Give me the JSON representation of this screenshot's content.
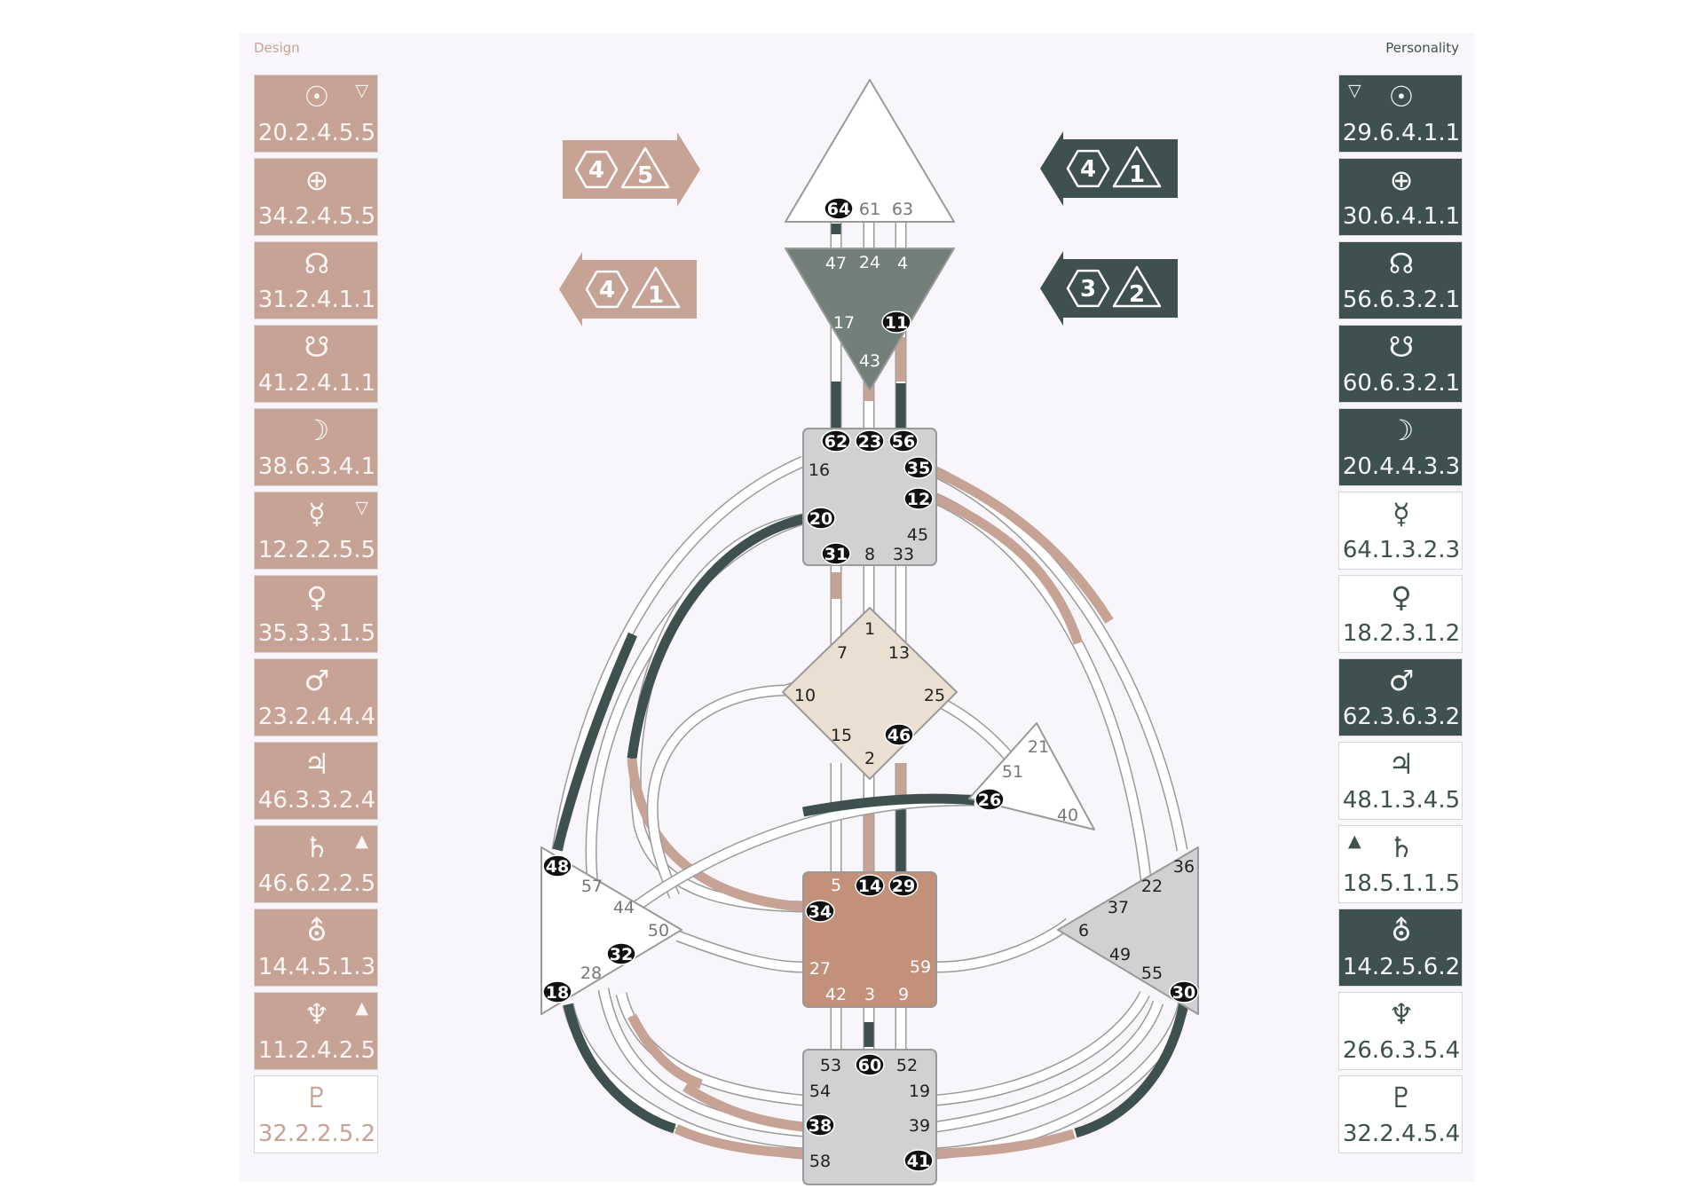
{
  "header": {
    "design_label": "Design",
    "personality_label": "Personality"
  },
  "colors": {
    "design": "#c7a396",
    "personality": "#3f514e",
    "defined_head": "#ffffff",
    "ajna": "#737f79",
    "throat": "#cfd1d2",
    "g_center": "#eadfd0",
    "sacral": "#c3907a",
    "root": "#cfd1d2",
    "spleen": "#ffffff",
    "solar_plexus": "#cfd1d2",
    "heart": "#ffffff"
  },
  "design_planets": [
    {
      "icon": "sun-icon",
      "symbol": "☉",
      "activation": "20.2.4.5.5",
      "arrow": "▽",
      "filled": true
    },
    {
      "icon": "earth-icon",
      "symbol": "⊕",
      "activation": "34.2.4.5.5",
      "arrow": "",
      "filled": true
    },
    {
      "icon": "north-node-icon",
      "symbol": "☊",
      "activation": "31.2.4.1.1",
      "arrow": "",
      "filled": true
    },
    {
      "icon": "south-node-icon",
      "symbol": "☋",
      "activation": "41.2.4.1.1",
      "arrow": "",
      "filled": true
    },
    {
      "icon": "moon-icon",
      "symbol": "☽",
      "activation": "38.6.3.4.1",
      "arrow": "",
      "filled": true
    },
    {
      "icon": "mercury-icon",
      "symbol": "☿",
      "activation": "12.2.2.5.5",
      "arrow": "▽",
      "filled": true
    },
    {
      "icon": "venus-icon",
      "symbol": "♀",
      "activation": "35.3.3.1.5",
      "arrow": "",
      "filled": true
    },
    {
      "icon": "mars-icon",
      "symbol": "♂",
      "activation": "23.2.4.4.4",
      "arrow": "",
      "filled": true
    },
    {
      "icon": "jupiter-icon",
      "symbol": "♃",
      "activation": "46.3.3.2.4",
      "arrow": "",
      "filled": true
    },
    {
      "icon": "saturn-icon",
      "symbol": "♄",
      "activation": "46.6.2.2.5",
      "arrow": "▲",
      "filled": true
    },
    {
      "icon": "uranus-icon",
      "symbol": "⛢",
      "activation": "14.4.5.1.3",
      "arrow": "",
      "filled": true
    },
    {
      "icon": "neptune-icon",
      "symbol": "♆",
      "activation": "11.2.4.2.5",
      "arrow": "▲",
      "filled": true
    },
    {
      "icon": "pluto-icon",
      "symbol": "♇",
      "activation": "32.2.2.5.2",
      "arrow": "",
      "filled": false
    }
  ],
  "personality_planets": [
    {
      "icon": "sun-icon",
      "symbol": "☉",
      "activation": "29.6.4.1.1",
      "arrow": "▽",
      "filled": true
    },
    {
      "icon": "earth-icon",
      "symbol": "⊕",
      "activation": "30.6.4.1.1",
      "arrow": "",
      "filled": true
    },
    {
      "icon": "north-node-icon",
      "symbol": "☊",
      "activation": "56.6.3.2.1",
      "arrow": "",
      "filled": true
    },
    {
      "icon": "south-node-icon",
      "symbol": "☋",
      "activation": "60.6.3.2.1",
      "arrow": "",
      "filled": true
    },
    {
      "icon": "moon-icon",
      "symbol": "☽",
      "activation": "20.4.4.3.3",
      "arrow": "",
      "filled": true
    },
    {
      "icon": "mercury-icon",
      "symbol": "☿",
      "activation": "64.1.3.2.3",
      "arrow": "",
      "filled": false
    },
    {
      "icon": "venus-icon",
      "symbol": "♀",
      "activation": "18.2.3.1.2",
      "arrow": "",
      "filled": false
    },
    {
      "icon": "mars-icon",
      "symbol": "♂",
      "activation": "62.3.6.3.2",
      "arrow": "",
      "filled": true
    },
    {
      "icon": "jupiter-icon",
      "symbol": "♃",
      "activation": "48.1.3.4.5",
      "arrow": "",
      "filled": false
    },
    {
      "icon": "saturn-icon",
      "symbol": "♄",
      "activation": "18.5.1.1.5",
      "arrow": "▲",
      "filled": false
    },
    {
      "icon": "uranus-icon",
      "symbol": "⛢",
      "activation": "14.2.5.6.2",
      "arrow": "",
      "filled": true
    },
    {
      "icon": "neptune-icon",
      "symbol": "♆",
      "activation": "26.6.3.5.4",
      "arrow": "",
      "filled": false
    },
    {
      "icon": "pluto-icon",
      "symbol": "♇",
      "activation": "32.2.4.5.4",
      "arrow": "",
      "filled": false
    }
  ],
  "variable_arrows": [
    {
      "id": "design-top",
      "side": "design",
      "direction": "right",
      "hex": "4",
      "tri": "5"
    },
    {
      "id": "design-bottom",
      "side": "design",
      "direction": "left",
      "hex": "4",
      "tri": "1"
    },
    {
      "id": "personality-top",
      "side": "personality",
      "direction": "left",
      "hex": "4",
      "tri": "1"
    },
    {
      "id": "personality-bottom",
      "side": "personality",
      "direction": "left",
      "hex": "3",
      "tri": "2"
    }
  ],
  "gates": [
    {
      "n": "64",
      "active": true
    },
    {
      "n": "61",
      "active": false
    },
    {
      "n": "63",
      "active": false
    },
    {
      "n": "47",
      "active": false
    },
    {
      "n": "24",
      "active": false
    },
    {
      "n": "4",
      "active": false
    },
    {
      "n": "17",
      "active": false
    },
    {
      "n": "11",
      "active": true
    },
    {
      "n": "43",
      "active": false
    },
    {
      "n": "62",
      "active": true
    },
    {
      "n": "23",
      "active": true
    },
    {
      "n": "56",
      "active": true
    },
    {
      "n": "16",
      "active": false
    },
    {
      "n": "35",
      "active": true
    },
    {
      "n": "12",
      "active": true
    },
    {
      "n": "20",
      "active": true
    },
    {
      "n": "45",
      "active": false
    },
    {
      "n": "31",
      "active": true
    },
    {
      "n": "8",
      "active": false
    },
    {
      "n": "33",
      "active": false
    },
    {
      "n": "1",
      "active": false
    },
    {
      "n": "7",
      "active": false
    },
    {
      "n": "13",
      "active": false
    },
    {
      "n": "10",
      "active": false
    },
    {
      "n": "25",
      "active": false
    },
    {
      "n": "15",
      "active": false
    },
    {
      "n": "46",
      "active": true
    },
    {
      "n": "2",
      "active": false
    },
    {
      "n": "21",
      "active": false
    },
    {
      "n": "51",
      "active": false
    },
    {
      "n": "26",
      "active": true
    },
    {
      "n": "40",
      "active": false
    },
    {
      "n": "48",
      "active": true
    },
    {
      "n": "57",
      "active": false
    },
    {
      "n": "44",
      "active": false
    },
    {
      "n": "50",
      "active": false
    },
    {
      "n": "32",
      "active": true
    },
    {
      "n": "28",
      "active": false
    },
    {
      "n": "18",
      "active": true
    },
    {
      "n": "5",
      "active": false
    },
    {
      "n": "14",
      "active": true
    },
    {
      "n": "29",
      "active": true
    },
    {
      "n": "34",
      "active": true
    },
    {
      "n": "27",
      "active": false
    },
    {
      "n": "59",
      "active": false
    },
    {
      "n": "42",
      "active": false
    },
    {
      "n": "3",
      "active": false
    },
    {
      "n": "9",
      "active": false
    },
    {
      "n": "36",
      "active": false
    },
    {
      "n": "22",
      "active": false
    },
    {
      "n": "37",
      "active": false
    },
    {
      "n": "6",
      "active": false
    },
    {
      "n": "49",
      "active": false
    },
    {
      "n": "55",
      "active": false
    },
    {
      "n": "30",
      "active": true
    },
    {
      "n": "53",
      "active": false
    },
    {
      "n": "60",
      "active": true
    },
    {
      "n": "52",
      "active": false
    },
    {
      "n": "54",
      "active": false
    },
    {
      "n": "19",
      "active": false
    },
    {
      "n": "38",
      "active": true
    },
    {
      "n": "39",
      "active": false
    },
    {
      "n": "58",
      "active": false
    },
    {
      "n": "41",
      "active": true
    }
  ]
}
